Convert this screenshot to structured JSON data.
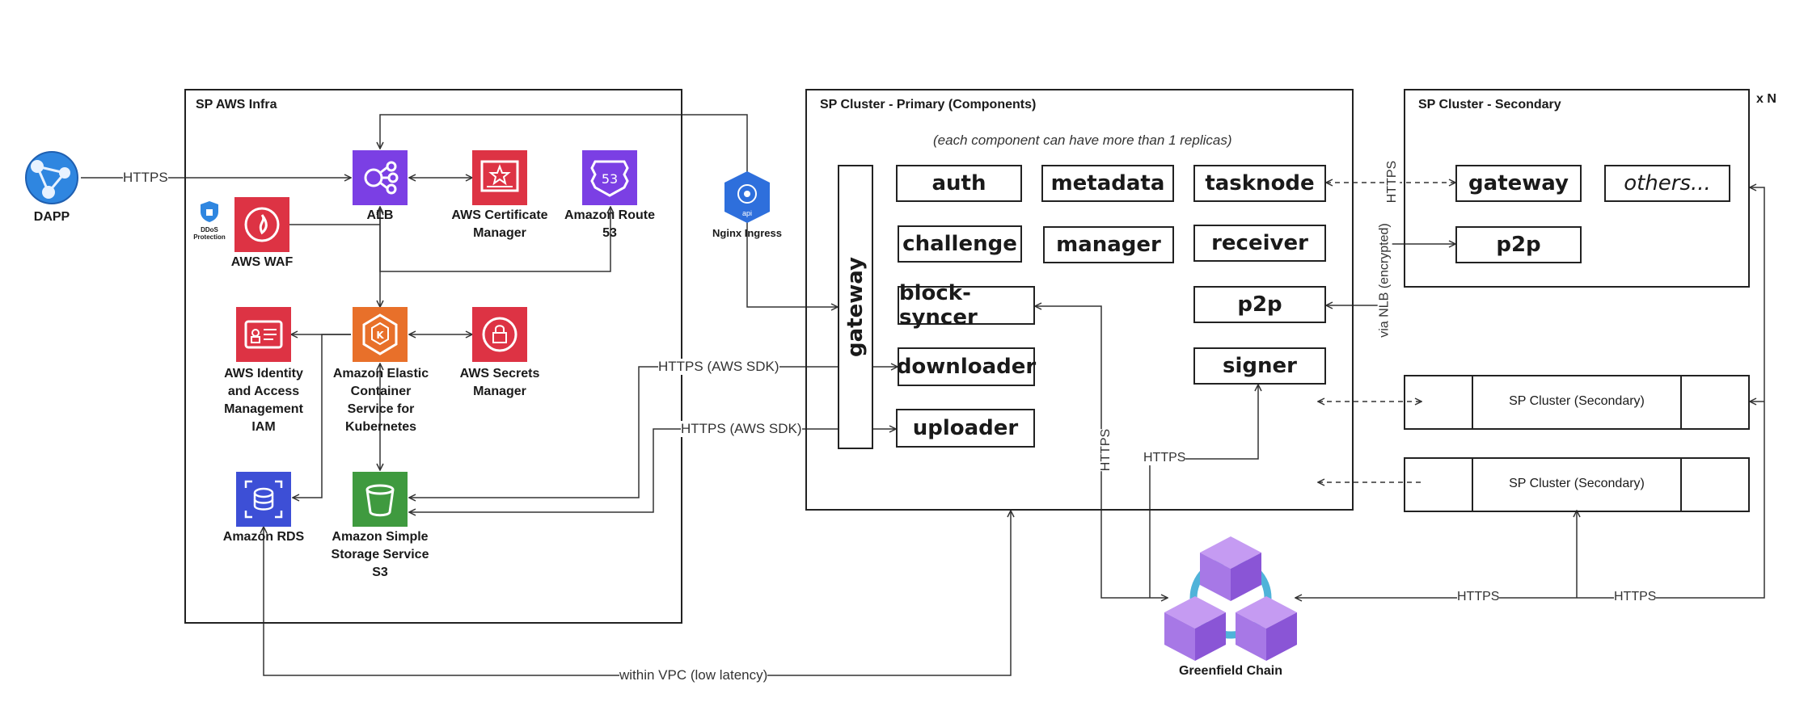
{
  "frames": {
    "aws_infra": "SP AWS Infra",
    "primary": "SP Cluster - Primary (Components)",
    "secondary": "SP Cluster - Secondary",
    "multiplier": "x N"
  },
  "note": "(each component can have more than 1 replicas)",
  "primary_components": {
    "gateway": "gateway",
    "auth": "auth",
    "metadata": "metadata",
    "tasknode": "tasknode",
    "challenge": "challenge",
    "manager": "manager",
    "receiver": "receiver",
    "block_syncer": "block-syncer",
    "p2p": "p2p",
    "downloader": "downloader",
    "signer": "signer",
    "uploader": "uploader"
  },
  "secondary_components": {
    "gateway": "gateway",
    "others": "others...",
    "p2p": "p2p"
  },
  "secondary_clusters": [
    "SP Cluster (Secondary)",
    "SP Cluster (Secondary)"
  ],
  "services": {
    "dapp": "DAPP",
    "alb": "ALB",
    "acm": "AWS Certificate Manager",
    "route53": "Amazon Route 53",
    "waf": "AWS WAF",
    "ddos": "DDoS Protection",
    "iam": "AWS Identity and Access Management IAM",
    "eks": "Amazon Elastic Container Service for Kubernetes",
    "secrets": "AWS Secrets Manager",
    "rds": "Amazon RDS",
    "s3": "Amazon Simple Storage Service S3",
    "nginx": "Nginx Ingress",
    "nginx_badge": "api",
    "greenfield": "Greenfield Chain"
  },
  "edge_labels": {
    "dapp_https": "HTTPS",
    "sdk_download": "HTTPS (AWS SDK)",
    "sdk_upload": "HTTPS (AWS SDK)",
    "https_vertical_top": "HTTPS",
    "via_nlb": "via NLB (encrypted)",
    "https_block_syncer": "HTTPS",
    "https_signer": "HTTPS",
    "https_chain_1": "HTTPS",
    "https_chain_2": "HTTPS",
    "vpc": "within VPC (low latency)"
  },
  "colors": {
    "alb": "#7b3fe4",
    "acm": "#dd3344",
    "route53": "#7b3fe4",
    "waf": "#dd3344",
    "iam": "#dd3344",
    "eks": "#e8702a",
    "secrets": "#dd3344",
    "rds": "#3d4fd6",
    "s3": "#3f9a3f",
    "nginx": "#2e6fdc",
    "greenfield": "#9b6be0",
    "dapp": "#2f86e0"
  }
}
